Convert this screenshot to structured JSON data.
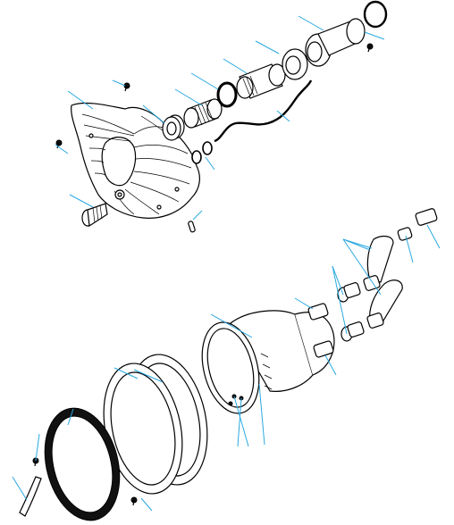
{
  "diagram": {
    "kind": "exploded-parts-view",
    "labels": [],
    "colors": {
      "outline": "#000000",
      "leader": "#29a9e0",
      "fill": "#ffffff",
      "gasket_dark": "#111111"
    },
    "parts": [
      "housing-casting",
      "front-ring-seal",
      "rear-flange-tube",
      "nut",
      "ring-gear-tube",
      "o-ring",
      "threaded-sleeve",
      "spacer-ring",
      "wire-cable",
      "small-o-rings",
      "screws",
      "bolt",
      "pin",
      "pump-body",
      "flange-gaskets",
      "black-gasket",
      "hose-fittings",
      "short-hose"
    ]
  }
}
